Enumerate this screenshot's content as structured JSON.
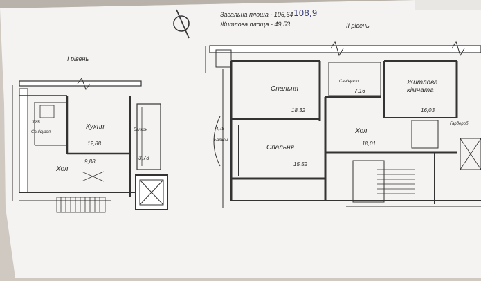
{
  "header": {
    "total_area": "Загальна площа - 106,64",
    "handwritten_total": "108,9",
    "living_area": "Житлова площа - 49,53"
  },
  "levels": {
    "level1": "I рівень",
    "level2": "II рівень"
  },
  "level1_rooms": [
    {
      "name": "Кухня",
      "area": "12,88"
    },
    {
      "name": "Хол",
      "area": "9,88"
    },
    {
      "name": "Сан/вузол",
      "area": "3,86"
    },
    {
      "name": "Балкон",
      "area": "3,73"
    }
  ],
  "level2_rooms": [
    {
      "name": "Спальня",
      "area": "18,32"
    },
    {
      "name": "Спальня",
      "area": "15,52"
    },
    {
      "name": "Сан/вузол",
      "area": "7,16"
    },
    {
      "name": "Житлова кімната",
      "area": "16,03"
    },
    {
      "name": "Хол",
      "area": "18,01"
    },
    {
      "name": "Балкон",
      "area": "4,78"
    },
    {
      "name": "Гардероб",
      "area": ""
    }
  ],
  "icons": [
    "axis-symbol-icon",
    "stair-icon",
    "elevator-shaft-icon",
    "window-break-icon"
  ]
}
